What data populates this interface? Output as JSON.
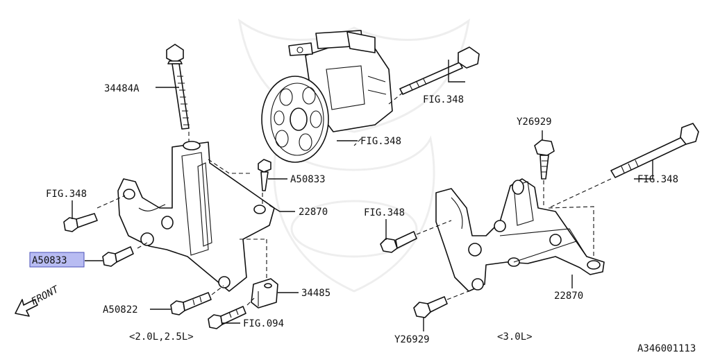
{
  "labels": {
    "p34484a": "34484A",
    "fig348_pump": "FIG.348",
    "fig348_pulley": "FIG.348",
    "a50833_bolt": "A50833",
    "p22870_left": "22870",
    "fig348_left": "FIG.348",
    "a50833_highlight": "A50833",
    "p34485": "34485",
    "a50822": "A50822",
    "fig094": "FIG.094",
    "engine_left": "<2.0L,2.5L>",
    "y26929_top": "Y26929",
    "fig348_right_rod": "FIG.348",
    "fig348_right_bolt": "FIG.348",
    "p22870_right": "22870",
    "y26929_bottom": "Y26929",
    "engine_right": "<3.0L>",
    "front": "FRONT",
    "diagram_id": "A346001113"
  },
  "colors": {
    "highlight_fill": "#b8bcf2",
    "highlight_border": "#4a4fb8",
    "line": "#111111",
    "watermark": "#eeeeee"
  }
}
